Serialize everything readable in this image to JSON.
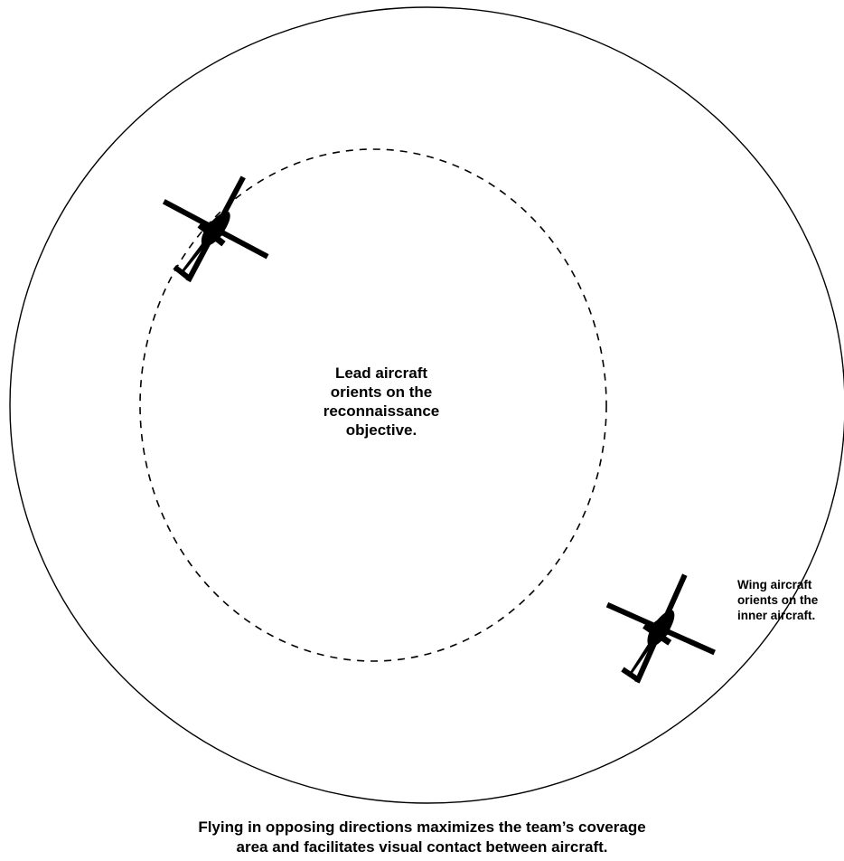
{
  "lead_note": {
    "lines": [
      "Lead aircraft",
      "orients on the",
      "reconnaissance",
      "objective."
    ]
  },
  "wing_note": {
    "lines": [
      "Wing aircraft",
      "orients on the",
      "inner aircraft."
    ]
  },
  "caption": {
    "lines": [
      "Flying in opposing directions maximizes the team’s coverage",
      "area and facilitates visual contact between aircraft."
    ]
  },
  "icons": {
    "lead": "helicopter-icon",
    "wing": "helicopter-icon"
  },
  "colors": {
    "ink": "#000000",
    "background": "#ffffff"
  }
}
